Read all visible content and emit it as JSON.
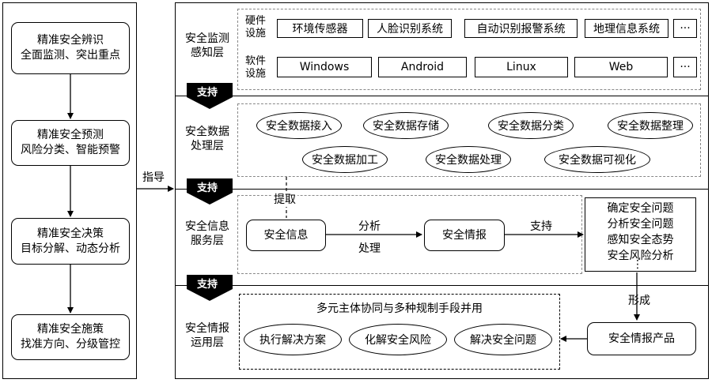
{
  "left_steps": [
    {
      "line1": "精准安全辨识",
      "line2": "全面监测、突出重点"
    },
    {
      "line1": "精准安全预测",
      "line2": "风险分类、智能预警"
    },
    {
      "line1": "精准安全决策",
      "line2": "目标分解、动态分析"
    },
    {
      "line1": "精准安全施策",
      "line2": "找准方向、分级管控"
    }
  ],
  "guide_label": "指导",
  "support_label": "支持",
  "layers": {
    "perception": {
      "label_1": "安全监测",
      "label_2": "感知层",
      "hardware_1": "硬件",
      "hardware_2": "设施",
      "software_1": "软件",
      "software_2": "设施",
      "hardware_items": [
        "环境传感器",
        "人脸识别系统",
        "自动识别报警系统",
        "地理信息系统",
        "···"
      ],
      "software_items": [
        "Windows",
        "Android",
        "Linux",
        "Web",
        "···"
      ]
    },
    "processing": {
      "label_1": "安全数据",
      "label_2": "处理层",
      "row1": [
        "安全数据接入",
        "安全数据存储",
        "安全数据分类",
        "安全数据整理"
      ],
      "row2": [
        "安全数据加工",
        "安全数据处理",
        "安全数据可视化"
      ]
    },
    "service": {
      "label_1": "安全信息",
      "label_2": "服务层",
      "extract": "提取",
      "info": "安全信息",
      "analysis_1": "分析",
      "analysis_2": "处理",
      "intel": "安全情报",
      "support": "支持",
      "outcomes": [
        "确定安全问题",
        "分析安全问题",
        "感知安全态势",
        "安全风险分析"
      ],
      "dots": "⋮"
    },
    "application": {
      "label_1": "安全情报",
      "label_2": "运用层",
      "form": "形成",
      "coop": "多元主体协同与多种规制手段并用",
      "actions": [
        "执行解决方案",
        "化解安全风险",
        "解决安全问题"
      ],
      "product": "安全情报产品"
    }
  }
}
